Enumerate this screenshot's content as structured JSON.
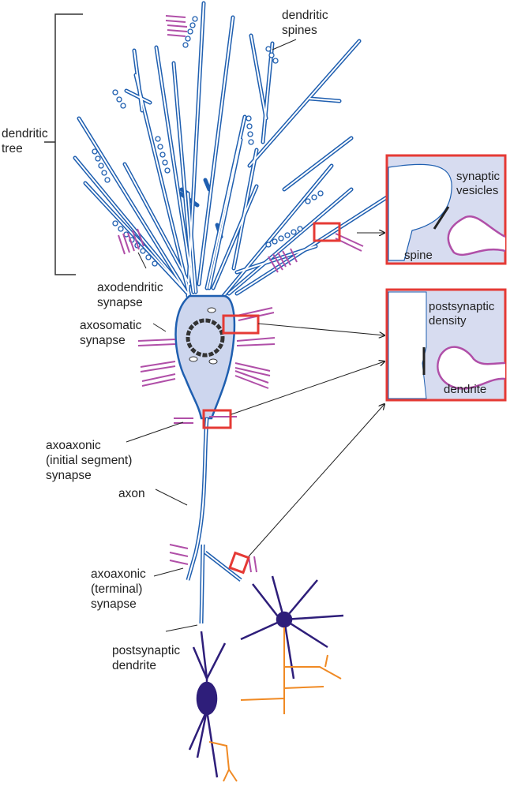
{
  "figure": {
    "title": "Neuron with synapse types",
    "colors": {
      "neuron_outline": "#1f5fb0",
      "soma_fill": "#cdd6ee",
      "presynaptic_terminal": "#b04fa8",
      "highlight_box": "#e53a35",
      "target_neuron": "#2e1e7a",
      "target_axon": "#f08a24",
      "inset_bg": "#d7dcf0",
      "leader_line": "#222222"
    }
  },
  "labels": {
    "dendritic_tree": "dendritic\ntree",
    "dendritic_spines": "dendritic\nspines",
    "axodendritic_synapse": "axodendritic\nsynapse",
    "axosomatic_synapse": "axosomatic\nsynapse",
    "axoaxonic_initial": "axoaxonic\n(initial segment)\nsynapse",
    "axon": "axon",
    "axoaxonic_terminal": "axoaxonic\n(terminal)\nsynapse",
    "postsynaptic_dendrite": "postsynaptic\ndendrite"
  },
  "insets": [
    {
      "id": "spine-synapse",
      "labels": [
        "synaptic\nvesicles",
        "spine"
      ]
    },
    {
      "id": "dendrite-synapse",
      "labels": [
        "postsynaptic\ndensity",
        "dendrite"
      ]
    }
  ]
}
